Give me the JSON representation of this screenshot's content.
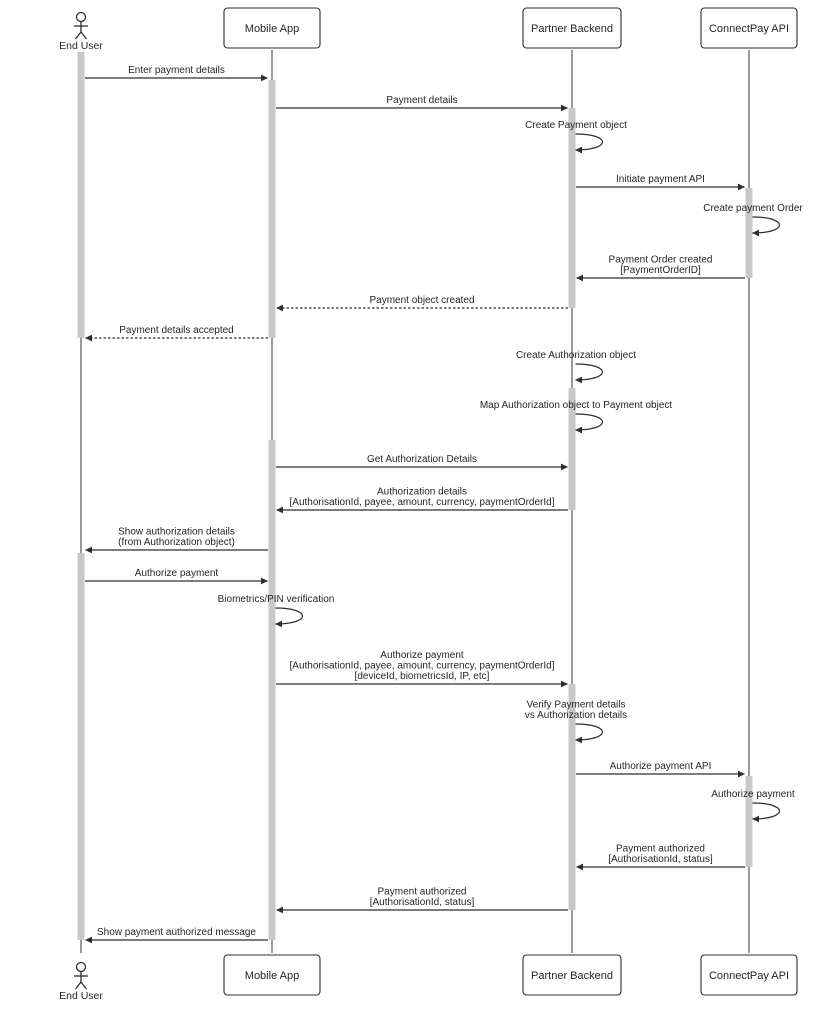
{
  "participants": [
    {
      "id": "user",
      "label": "End User",
      "kind": "actor"
    },
    {
      "id": "app",
      "label": "Mobile App",
      "kind": "box"
    },
    {
      "id": "backend",
      "label": "Partner Backend",
      "kind": "box"
    },
    {
      "id": "api",
      "label": "ConnectPay API",
      "kind": "box"
    }
  ],
  "messages": [
    {
      "from": "user",
      "to": "app",
      "type": "sync",
      "lines": [
        "Enter payment details"
      ]
    },
    {
      "from": "app",
      "to": "backend",
      "type": "sync",
      "lines": [
        "Payment details"
      ]
    },
    {
      "from": "backend",
      "to": "backend",
      "type": "self",
      "lines": [
        "Create Payment object"
      ]
    },
    {
      "from": "backend",
      "to": "api",
      "type": "sync",
      "lines": [
        "Initiate payment API"
      ]
    },
    {
      "from": "api",
      "to": "api",
      "type": "self",
      "lines": [
        "Create payment Order"
      ]
    },
    {
      "from": "api",
      "to": "backend",
      "type": "sync",
      "lines": [
        "Payment Order created",
        "[PaymentOrderID]"
      ]
    },
    {
      "from": "backend",
      "to": "app",
      "type": "reply",
      "lines": [
        "Payment object created"
      ]
    },
    {
      "from": "app",
      "to": "user",
      "type": "reply",
      "lines": [
        "Payment details accepted"
      ]
    },
    {
      "from": "backend",
      "to": "backend",
      "type": "self",
      "lines": [
        "Create Authorization object"
      ]
    },
    {
      "from": "backend",
      "to": "backend",
      "type": "self",
      "lines": [
        "Map Authorization object to Payment object"
      ]
    },
    {
      "from": "app",
      "to": "backend",
      "type": "sync",
      "lines": [
        "Get Authorization Details"
      ]
    },
    {
      "from": "backend",
      "to": "app",
      "type": "sync",
      "lines": [
        "Authorization details",
        "[AuthorisationId, payee, amount, currency, paymentOrderId]"
      ]
    },
    {
      "from": "app",
      "to": "user",
      "type": "sync",
      "lines": [
        "Show authorization details",
        "(from Authorization object)"
      ]
    },
    {
      "from": "user",
      "to": "app",
      "type": "sync",
      "lines": [
        "Authorize payment"
      ]
    },
    {
      "from": "app",
      "to": "app",
      "type": "self",
      "lines": [
        "Biometrics/PIN verification"
      ]
    },
    {
      "from": "app",
      "to": "backend",
      "type": "sync",
      "lines": [
        "Authorize payment",
        "[AuthorisationId, payee, amount, currency, paymentOrderId]",
        "[deviceId, biometricsId, IP, etc]"
      ]
    },
    {
      "from": "backend",
      "to": "backend",
      "type": "self",
      "lines": [
        "Verify Payment details",
        "vs Authorization details"
      ]
    },
    {
      "from": "backend",
      "to": "api",
      "type": "sync",
      "lines": [
        "Authorize payment API"
      ]
    },
    {
      "from": "api",
      "to": "api",
      "type": "self",
      "lines": [
        "Authorize payment"
      ]
    },
    {
      "from": "api",
      "to": "backend",
      "type": "sync",
      "lines": [
        "Payment authorized",
        "[AuthorisationId, status]"
      ]
    },
    {
      "from": "backend",
      "to": "app",
      "type": "sync",
      "lines": [
        "Payment authorized",
        "[AuthorisationId, status]"
      ]
    },
    {
      "from": "app",
      "to": "user",
      "type": "sync",
      "lines": [
        "Show payment authorized message"
      ]
    }
  ],
  "colors": {
    "line": "#2b2e33",
    "activation": "#c8c8c8",
    "text": "#1f2326",
    "background": "#ffffff"
  }
}
